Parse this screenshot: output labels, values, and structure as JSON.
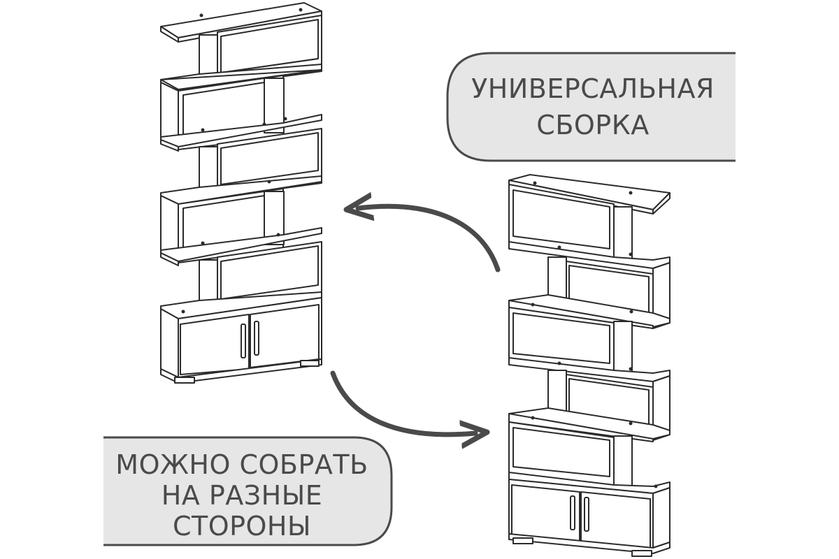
{
  "labels": {
    "universal": [
      "УНИВЕРСАЛЬНАЯ",
      "СБОРКА"
    ],
    "sides": [
      "МОЖНО СОБРАТЬ",
      "НА РАЗНЫЕ",
      "СТОРОНЫ"
    ]
  },
  "colors": {
    "line": "#2b2b2b",
    "bubble_fill": "#e6e6e6",
    "bubble_stroke": "#4a4a4a",
    "arrow": "#4a4a4a",
    "text": "#4a4a4a"
  },
  "icons": {
    "arrow_top": "curved-arrow-left-icon",
    "arrow_bottom": "curved-arrow-right-icon"
  }
}
